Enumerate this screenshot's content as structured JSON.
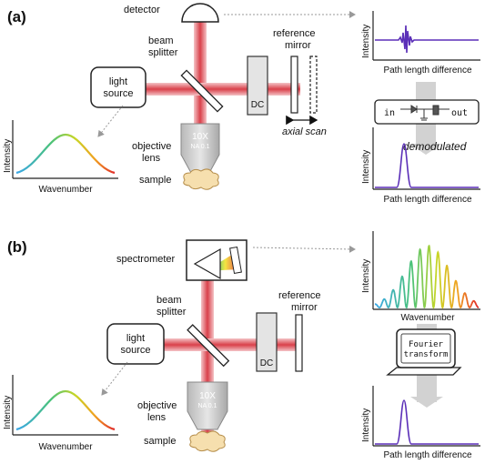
{
  "panel_a": {
    "label": "(a)",
    "detector": "detector",
    "beam_splitter": [
      "beam",
      "splitter"
    ],
    "reference_mirror": [
      "reference",
      "mirror"
    ],
    "light_source": [
      "light",
      "source"
    ],
    "dc": "DC",
    "axial_scan": "axial scan",
    "objective": {
      "mag": "10X",
      "na": "NA 0.1"
    },
    "objective_label": [
      "objective",
      "lens"
    ],
    "sample": "sample",
    "source_spectrum": {
      "ylabel": "Intensity",
      "xlabel": "Wavenumber"
    },
    "detector_plot": {
      "ylabel": "Intensity",
      "xlabel": "Path length difference"
    },
    "demod_box": {
      "in": "in",
      "out": "out"
    },
    "demodulated": "demodulated",
    "demod_plot": {
      "ylabel": "Intensity",
      "xlabel": "Path length difference"
    }
  },
  "panel_b": {
    "label": "(b)",
    "spectrometer": "spectrometer",
    "beam_splitter": [
      "beam",
      "splitter"
    ],
    "reference_mirror": [
      "reference",
      "mirror"
    ],
    "light_source": [
      "light",
      "source"
    ],
    "dc": "DC",
    "objective": {
      "mag": "10X",
      "na": "NA 0.1"
    },
    "objective_label": [
      "objective",
      "lens"
    ],
    "sample": "sample",
    "source_spectrum": {
      "ylabel": "Intensity",
      "xlabel": "Wavenumber"
    },
    "spectrum_plot": {
      "ylabel": "Intensity",
      "xlabel": "Wavenumber"
    },
    "computer": [
      "Fourier",
      "transform"
    ],
    "result_plot": {
      "ylabel": "Intensity",
      "xlabel": "Path length difference"
    }
  },
  "colors": {
    "beam": "#d9404a",
    "beam_glow": "#f2b0b4",
    "peak": "#5b2fb8",
    "arrow_gray": "#bcbcbc"
  }
}
